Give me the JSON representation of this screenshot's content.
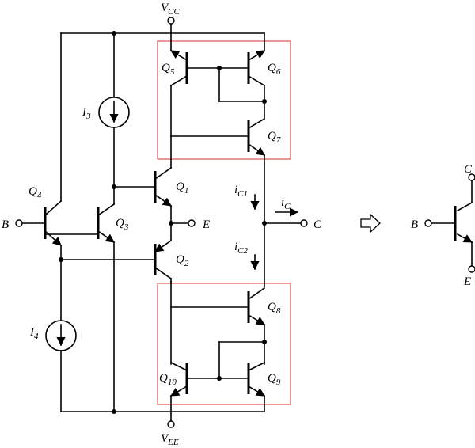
{
  "diagram": {
    "colors": {
      "line": "#000000",
      "highlight_box": "#d9534f",
      "background": "#ffffff"
    },
    "supply": {
      "top": [
        "V",
        "CC"
      ],
      "bottom": [
        "V",
        "EE"
      ]
    },
    "transistors": {
      "q1": [
        "Q",
        "1"
      ],
      "q2": [
        "Q",
        "2"
      ],
      "q3": [
        "Q",
        "3"
      ],
      "q4": [
        "Q",
        "4"
      ],
      "q5": [
        "Q",
        "5"
      ],
      "q6": [
        "Q",
        "6"
      ],
      "q7": [
        "Q",
        "7"
      ],
      "q8": [
        "Q",
        "8"
      ],
      "q9": [
        "Q",
        "9"
      ],
      "q10": [
        "Q",
        "10"
      ]
    },
    "sources": {
      "i3": [
        "I",
        "3"
      ],
      "i4": [
        "I",
        "4"
      ]
    },
    "currents": {
      "ic1": [
        "i",
        "C1"
      ],
      "ic2": [
        "i",
        "C2"
      ],
      "ic": [
        "i",
        "C"
      ]
    },
    "terminals": {
      "b": "B",
      "e": "E",
      "c": "C"
    },
    "equivalent": {
      "b": "B",
      "c": "C",
      "e": "E",
      "arrow_icon": "hollow-right-arrow-icon"
    }
  }
}
